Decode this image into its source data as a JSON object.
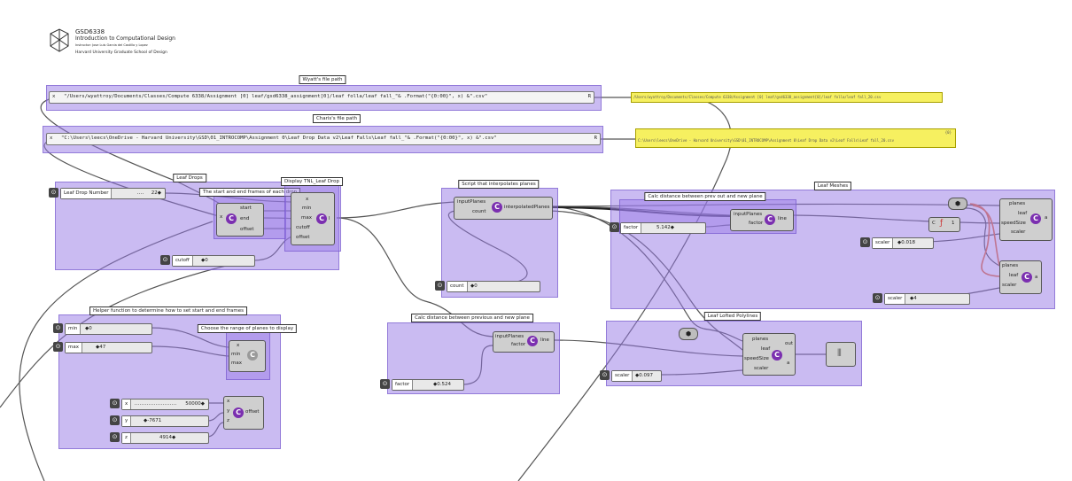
{
  "header": {
    "title": "GSD6338",
    "subtitle": "Introduction to Computational Design",
    "instructors": "Instructor: Jose Luis Garcia del Castillo y Lopez",
    "school": "Harvard University Graduate School of Design"
  },
  "wyatt": {
    "group_title": "Wyatt's file path",
    "format_text": "\"/Users/wyattroy/Documents/Classes/Compute 6338/Assignment [0] leaf/gsd6338_assignment[0]/leaf folla/leaf fall_\"& .Format(\"{0:00}\", x) &\".csv\"",
    "output_text": "/Users/wyattroy/Documents/Classes/Compute 6338/Assignment [0] leaf/gsd6338_assignment[0]/leaf folla/leaf fall_20.csv",
    "input_letter": "x",
    "output_letter": "R"
  },
  "charis": {
    "group_title": "Charis's file path",
    "format_text": "\"C:\\Users\\leecs\\OneDrive - Harvard University\\GSD\\01_INTROCOMP\\Assignment 0\\Leaf Drop Data v2\\Leaf Falls\\Leaf fall_\"& .Format(\"{0:00}\", x) &\".csv\"",
    "output_text": "C:\\Users\\leecs\\OneDrive - Harvard University\\GSD\\01_INTROCOMP\\Assignment 0\\Leaf Drop Data v2\\Leaf Falls\\Leaf fall_20.csv",
    "output_tag": "{0}",
    "input_letter": "x",
    "output_letter": "R"
  },
  "leaf_drops": {
    "group_title": "Leaf Drops",
    "slider_label": "Leaf Drop Number",
    "slider_value": "22◆",
    "inner_title": "The start and end frames of each drop",
    "inputs": [
      "start",
      "end",
      "offset"
    ],
    "input_letter": "x",
    "cutoff_label": "cutoff",
    "cutoff_value": "◆0"
  },
  "display": {
    "group_title": "Display TNL_Leaf Drop",
    "inputs": [
      "x",
      "min",
      "max",
      "cutoff",
      "offset"
    ],
    "output": "l"
  },
  "interp": {
    "group_title": "Script that interpolates planes",
    "inputs": [
      "inputPlanes",
      "count"
    ],
    "output": "interpolatedPlanes",
    "count_label": "count",
    "count_value": "◆0"
  },
  "leaf_meshes": {
    "group_title": "Leaf Meshes",
    "inner_title": "Calc distance between prev out and new plane",
    "dist_inputs": [
      "inputPlanes",
      "factor"
    ],
    "dist_output": "line",
    "factor_label": "factor",
    "factor_value": "5.142◆",
    "scalar_label1": "scaler",
    "scalar_value1": "◆0.018",
    "scalar_label2": "scaler",
    "scalar_value2": "◆4",
    "mesh_inputs": [
      "planes",
      "leaf",
      "speedSize",
      "scaler"
    ],
    "mesh_output": "a",
    "orient_inputs": [
      "planes",
      "leaf",
      "scaler"
    ],
    "orient_output": "a",
    "c_label": "C",
    "one_label": "1"
  },
  "helper": {
    "group_title": "Helper function to determine how to set start and end frames",
    "inner_title": "Choose the range of planes to display",
    "min_label": "min",
    "min_value": "◆0",
    "max_label": "max",
    "max_value": "◆47",
    "func_inputs": [
      "x",
      "min",
      "max"
    ],
    "x_label": "x",
    "x_value": "50000◆",
    "y_label": "y",
    "y_value": "◆-7671",
    "z_label": "z",
    "z_value": "4914◆",
    "vec_inputs": [
      "x",
      "y",
      "z"
    ],
    "vec_output": "offset"
  },
  "calc": {
    "group_title": "Calc distance between previous and new plane",
    "inputs": [
      "inputPlanes",
      "factor"
    ],
    "output": "line",
    "factor_label": "factor",
    "factor_value": "◆0.524"
  },
  "polylines": {
    "group_title": "Leaf Lofted Polylines",
    "inputs": [
      "planes",
      "leaf",
      "speedSize",
      "scaler"
    ],
    "outputs": [
      "out",
      "a"
    ],
    "scalar_label": "scaler",
    "scalar_value": "◆0.097"
  },
  "colors": {
    "group": "#9b7fe0",
    "wire": "#555555",
    "active_wire": "#e8703a",
    "panel": "#f6f060"
  }
}
